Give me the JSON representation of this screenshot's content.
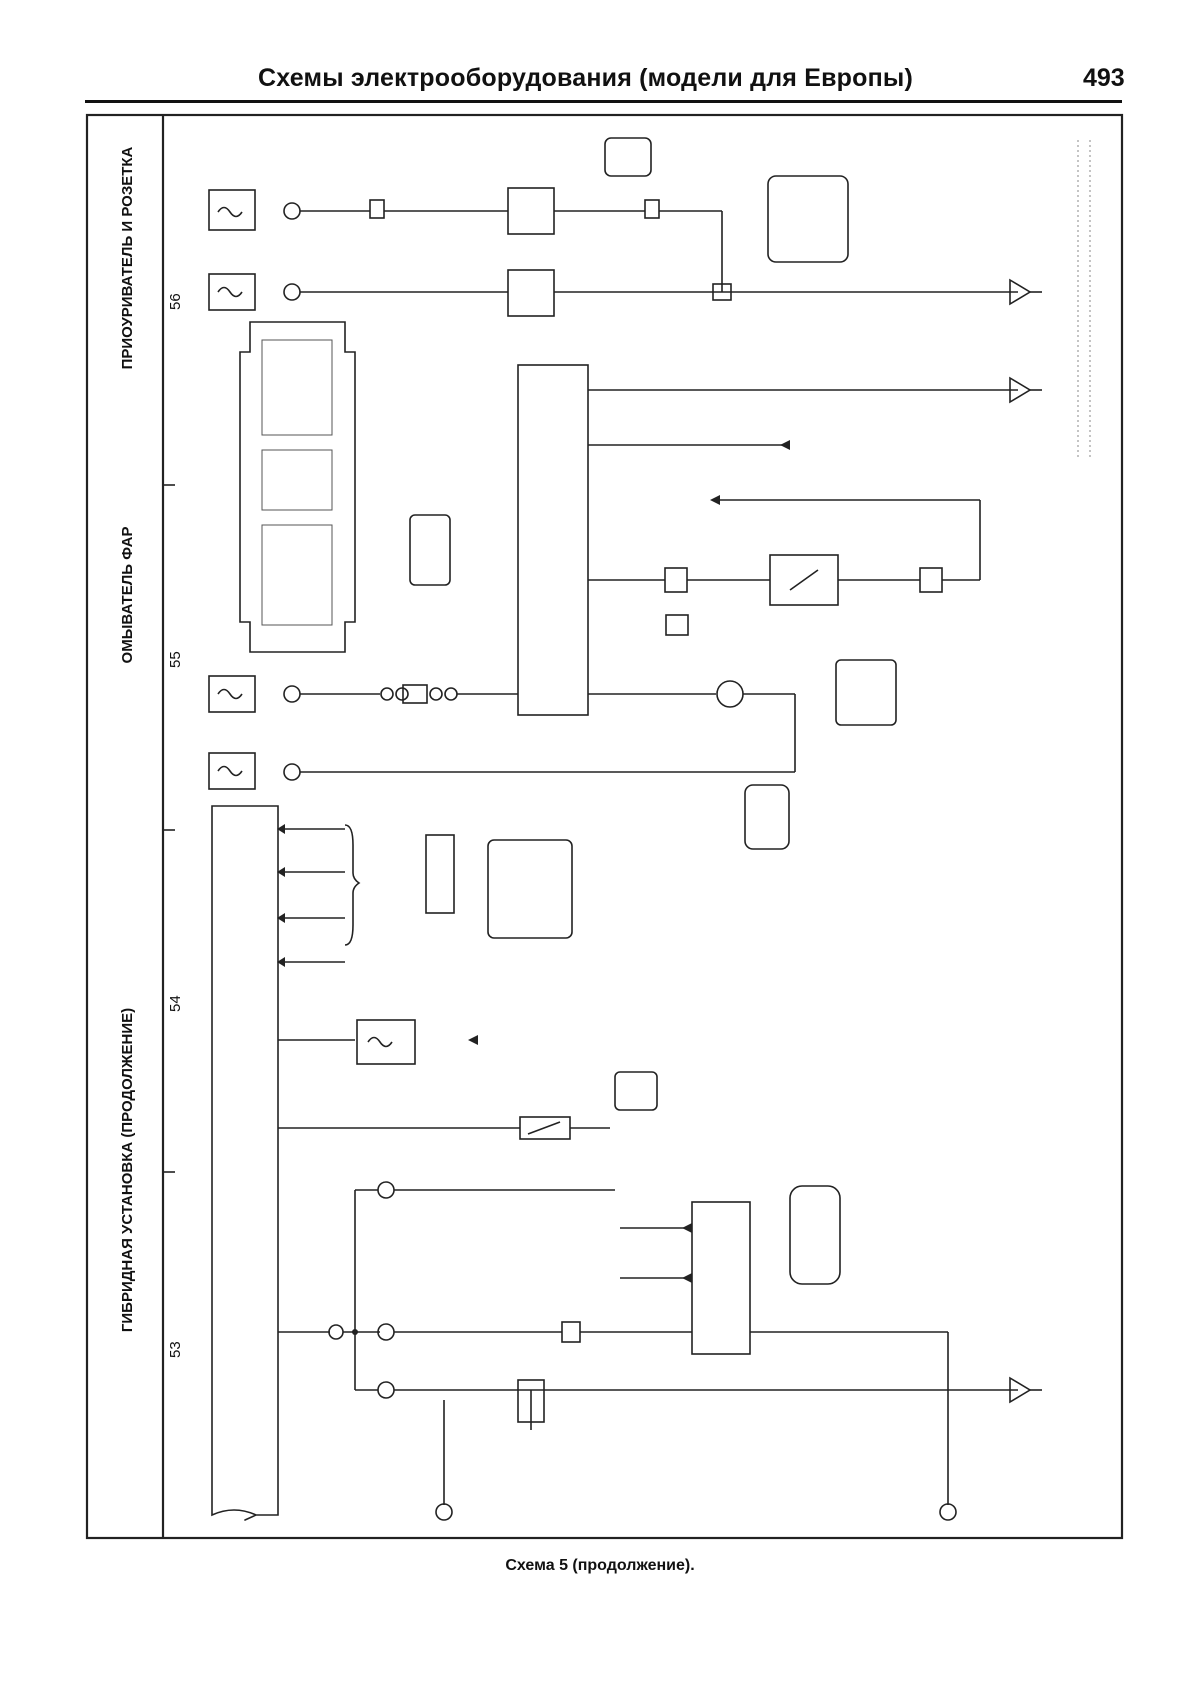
{
  "header": {
    "title": "Схемы электрооборудования (модели для Европы)",
    "page_number": "493"
  },
  "sections": [
    {
      "label": "ПРИОУРИВАТЕЛЬ И РОЗЕТКА",
      "number": "56"
    },
    {
      "label": "ОМЫВАТЕЛЬ ФАР",
      "number": "55"
    },
    {
      "label": "ГИБРИДНАЯ УСТАНОВКА (ПРОДОЛЖЕНИЕ)",
      "number": "54"
    },
    {
      "label": "",
      "number": "53"
    }
  ],
  "caption": "Схема 5 (продолжение)."
}
